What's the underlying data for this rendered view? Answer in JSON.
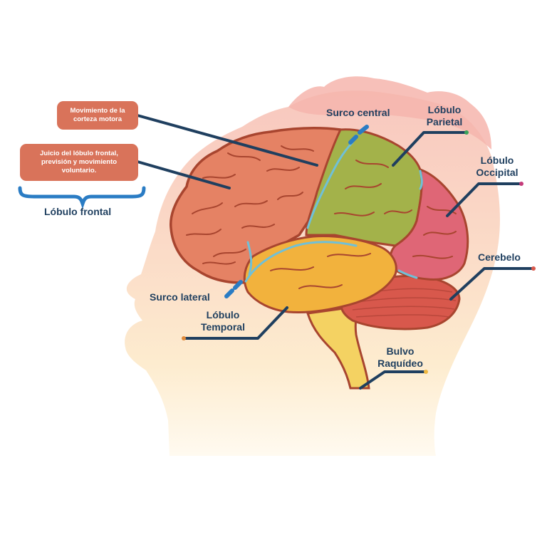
{
  "labels": {
    "surco_central": "Surco central",
    "lobulo_parietal": "Lóbulo\nParietal",
    "lobulo_occipital": "Lóbulo\nOccipital",
    "cerebelo": "Cerebelo",
    "surco_lateral": "Surco lateral",
    "lobulo_temporal": "Lóbulo\nTemporal",
    "bulvo_raquideo": "Bulvo\nRaquídeo",
    "lobulo_frontal": "Lóbulo frontal"
  },
  "boxes": {
    "motor": "Movimiento de la corteza motora",
    "frontal": "Juicio del lóbulo frontal, previsión y movimiento voluntario."
  },
  "colors": {
    "frontal": "#e58264",
    "parietal": "#a3b24a",
    "occipital": "#df6676",
    "temporal": "#f2b23d",
    "cerebellum": "#d8584c",
    "brainstem": "#f4d262",
    "outline": "#a8452f",
    "sulcus": "#6fc0d8",
    "label": "#1f3f5f",
    "head_top": "#f8c9bf",
    "head_bottom": "#fdf1d6"
  }
}
